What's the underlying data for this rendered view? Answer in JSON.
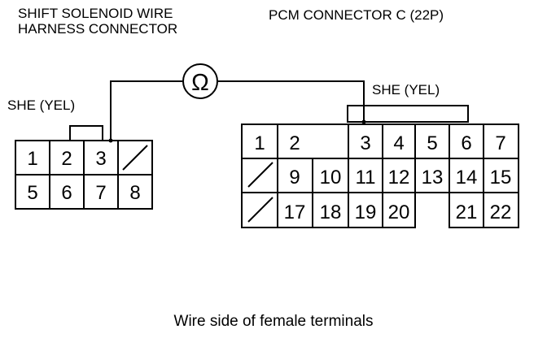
{
  "title_left": "SHIFT SOLENOID WIRE HARNESS CONNECTOR",
  "title_right": "PCM CONNECTOR C (22P)",
  "she_left": "SHE (YEL)",
  "she_right": "SHE (YEL)",
  "ohm_symbol": "Ω",
  "caption": "Wire side of female terminals",
  "left_connector": {
    "row1": [
      "1",
      "2",
      "3"
    ],
    "row2": [
      "5",
      "6",
      "7",
      "8"
    ]
  },
  "pcm_connector": {
    "row1": [
      "1",
      "2",
      "3",
      "4",
      "5",
      "6",
      "7"
    ],
    "row2": [
      "9",
      "10",
      "11",
      "12",
      "13",
      "14",
      "15"
    ],
    "row3": [
      "17",
      "18",
      "19",
      "20",
      "21",
      "22"
    ]
  }
}
